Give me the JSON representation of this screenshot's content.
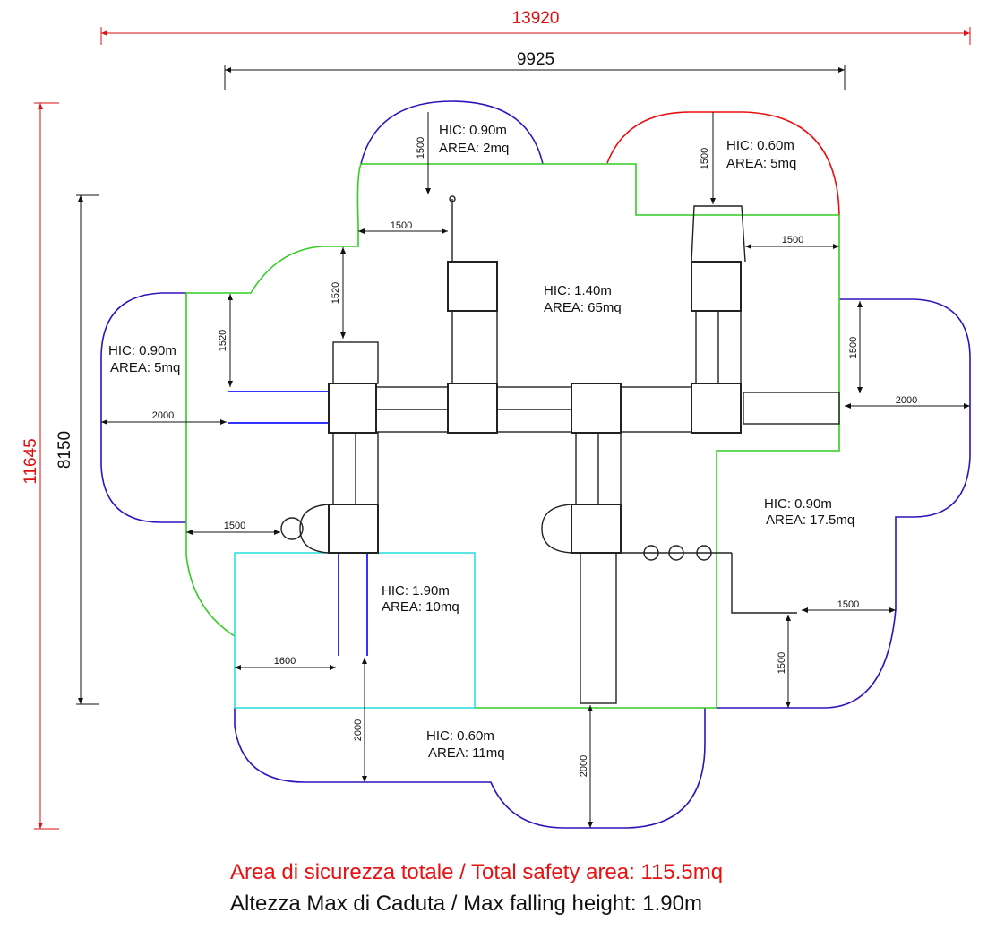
{
  "overall_dimensions": {
    "total_width": "13920",
    "structure_width": "9925",
    "total_depth": "11645",
    "structure_depth": "8150"
  },
  "zones": [
    {
      "hic": "HIC: 0.90m",
      "area": "AREA: 2mq"
    },
    {
      "hic": "HIC: 0.60m",
      "area": "AREA: 5mq"
    },
    {
      "hic": "HIC: 1.40m",
      "area": "AREA: 65mq"
    },
    {
      "hic": "HIC: 0.90m",
      "area": "AREA: 5mq"
    },
    {
      "hic": "HIC: 0.90m",
      "area": "AREA: 17.5mq"
    },
    {
      "hic": "HIC: 1.90m",
      "area": "AREA: 10mq"
    },
    {
      "hic": "HIC: 0.60m",
      "area": "AREA: 11mq"
    }
  ],
  "clearances": [
    "1500",
    "1500",
    "1500",
    "1520",
    "2000",
    "1500",
    "1500",
    "2000",
    "1500",
    "1500",
    "1500",
    "1600",
    "2000",
    "2000"
  ],
  "footer": {
    "total_area": "Area di sicurezza totale / Total safety area: 115.5mq",
    "max_height": "Altezza Max di Caduta / Max falling height: 1.90m"
  },
  "colors": {
    "green": "#33cc22",
    "purple": "#3311bb",
    "red": "#e81010",
    "cyan": "#33dddd",
    "dim_red": "#dd1111"
  }
}
